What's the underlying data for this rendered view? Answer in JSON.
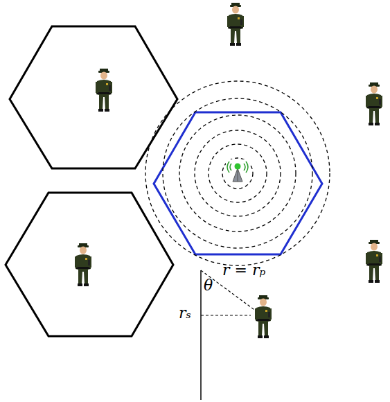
{
  "diagram": {
    "labels": [
      "θ",
      "r = rₚ",
      "rₛ"
    ]
  }
}
